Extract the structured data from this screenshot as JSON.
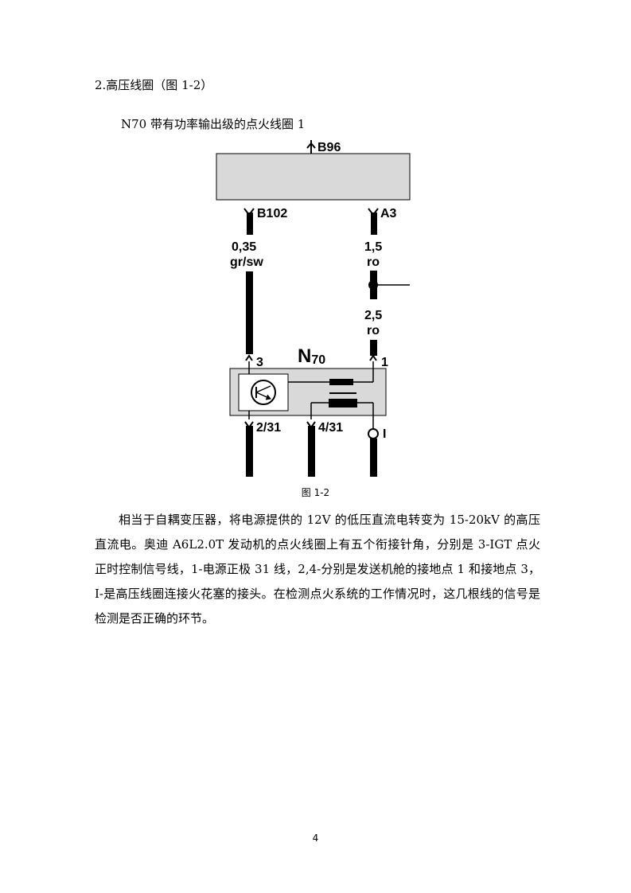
{
  "heading": "2.高压线圈（图 1-2）",
  "subheading": "N70 带有功率输出级的点火线圈 1",
  "diagram": {
    "top_connector": "B96",
    "connector_left": "B102",
    "connector_right": "A3",
    "wire_left_size": "0,35",
    "wire_left_color": "gr/sw",
    "wire_right_upper_size": "1,5",
    "wire_right_upper_color": "ro",
    "wire_right_lower_size": "2,5",
    "wire_right_lower_color": "ro",
    "component_main": "N",
    "component_sub": "70",
    "pin_3": "3",
    "pin_1": "1",
    "pin_2_31": "2/31",
    "pin_4_31": "4/31",
    "pin_i": "I"
  },
  "figure_caption": "图 1-2",
  "paragraph": "相当于自耦变压器，将电源提供的 12V 的低压直流电转变为 15-20kV 的高压直流电。奥迪 A6L2.0T 发动机的点火线圈上有五个衔接针角，分别是 3-IGT 点火正时控制信号线，1-电源正极 31 线，2,4-分别是发送机舱的接地点 1 和接地点 3，I-是高压线圈连接火花塞的接头。在检测点火系统的工作情况时，这几根线的信号是检测是否正确的环节。",
  "page_number": "4"
}
